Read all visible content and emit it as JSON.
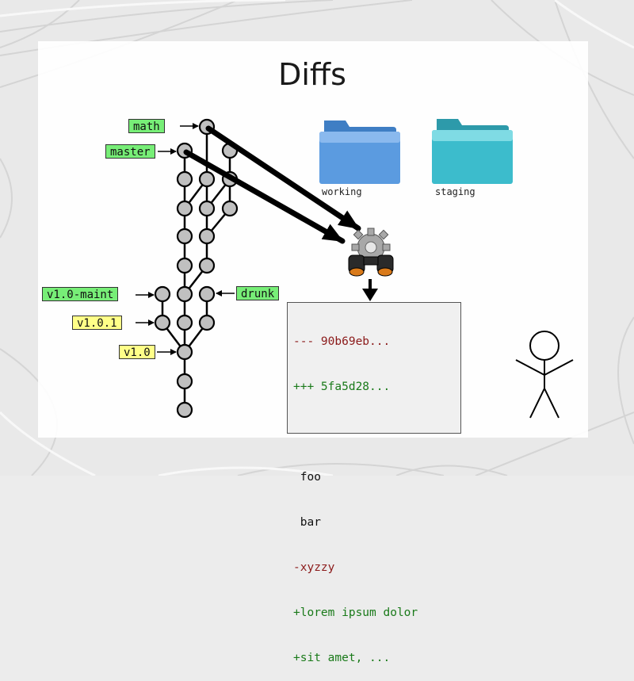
{
  "slide": {
    "title": "Diffs"
  },
  "refs": {
    "math": "math",
    "master": "master",
    "v1_0_maint": "v1.0-maint",
    "v1_0_1": "v1.0.1",
    "v1_0": "v1.0",
    "drunk": "drunk"
  },
  "folders": {
    "working": "working",
    "staging": "staging"
  },
  "diff": {
    "lines": [
      {
        "text": "--- 90b69eb...",
        "kind": "old-header"
      },
      {
        "text": "+++ 5fa5d28...",
        "kind": "new-header"
      },
      {
        "text": "",
        "kind": "blank"
      },
      {
        "text": " foo",
        "kind": "context"
      },
      {
        "text": " bar",
        "kind": "context"
      },
      {
        "text": "-xyzzy",
        "kind": "removed"
      },
      {
        "text": "+lorem ipsum dolor",
        "kind": "added"
      },
      {
        "text": "+sit amet, ...",
        "kind": "added"
      }
    ]
  },
  "colors": {
    "branch_label": "#77ee77",
    "tag_label": "#ffff88",
    "commit_fill": "#c0c0c0",
    "removed_text": "#8b1a1a",
    "added_text": "#1a7a1a",
    "folder_blue": "#5b9be0",
    "folder_teal": "#3cbccc"
  },
  "icons": {
    "diff_tool": "gear-binoculars-icon",
    "person": "stick-figure-icon",
    "folder": "folder-icon"
  }
}
